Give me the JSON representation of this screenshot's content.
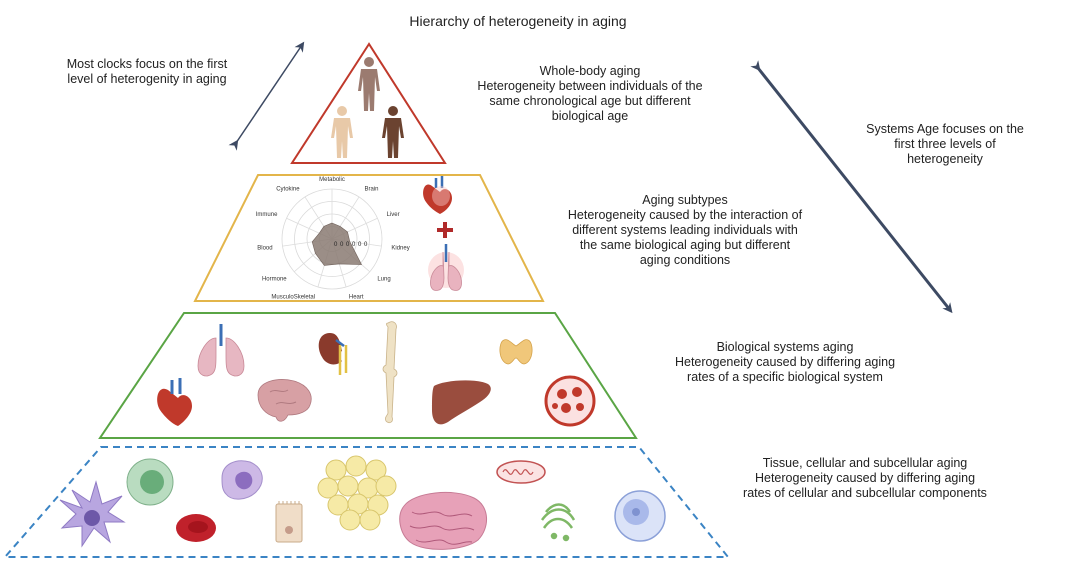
{
  "title": "Hierarchy of heterogeneity in aging",
  "left_note": [
    "Most clocks focus on the first",
    "level of heterogenity in aging"
  ],
  "right_note": [
    "Systems Age focuses on the",
    "first three levels of",
    "heterogeneity"
  ],
  "levels": [
    {
      "name": "Whole-body aging",
      "description": [
        "Heterogeneity between individuals of the",
        "same chronological age but different",
        "biological age"
      ],
      "border_color": "#c0392b",
      "border_style": "solid",
      "icons": [
        "standing-human-icon",
        "light-skin-human-icon",
        "dark-skin-human-icon"
      ]
    },
    {
      "name": "Aging subtypes",
      "description": [
        "Heterogeneity caused by the interaction of",
        "different systems leading individuals with",
        "the same biological aging but different",
        "aging conditions"
      ],
      "border_color": "#e3b54a",
      "border_style": "solid",
      "icons": [
        "heart-icon",
        "plus-icon",
        "lung-icon"
      ]
    },
    {
      "name": "Biological systems aging",
      "description": [
        "Heterogeneity caused by differing aging",
        "rates of a specific biological system"
      ],
      "border_color": "#5aa545",
      "border_style": "solid",
      "icons": [
        "lung-icon",
        "kidney-icon",
        "bone-icon",
        "thyroid-icon",
        "heart-icon",
        "brain-icon",
        "liver-icon",
        "blood-cell-icon"
      ]
    },
    {
      "name": "Tissue, cellular and subcellular aging",
      "description": [
        "Heterogeneity caused by differing aging",
        "rates of cellular and subcellular components"
      ],
      "border_color": "#3b84c4",
      "border_style": "dashed",
      "icons": [
        "green-cell-icon",
        "neutrophil-icon",
        "mitochondrion-icon",
        "dendritic-cell-icon",
        "red-blood-cell-icon",
        "epithelial-cell-icon",
        "adipocytes-icon",
        "tissue-section-icon",
        "golgi-icon",
        "nucleus-cell-icon"
      ]
    }
  ],
  "radar": {
    "axes": [
      "Metabolic",
      "Brain",
      "Liver",
      "Kidney",
      "Lung",
      "Heart",
      "MusculoSkeletal",
      "Hormone",
      "Blood",
      "Immune",
      "Cytokine"
    ],
    "values": [
      0.32,
      0.3,
      0.34,
      0.36,
      0.78,
      0.52,
      0.55,
      0.44,
      0.4,
      0.28,
      0.3
    ],
    "ring_labels": [
      "0",
      "0",
      "0",
      "0",
      "0",
      "0"
    ],
    "fill_color": "#8a7a72"
  },
  "colors": {
    "arrow": "#3d4a63"
  }
}
